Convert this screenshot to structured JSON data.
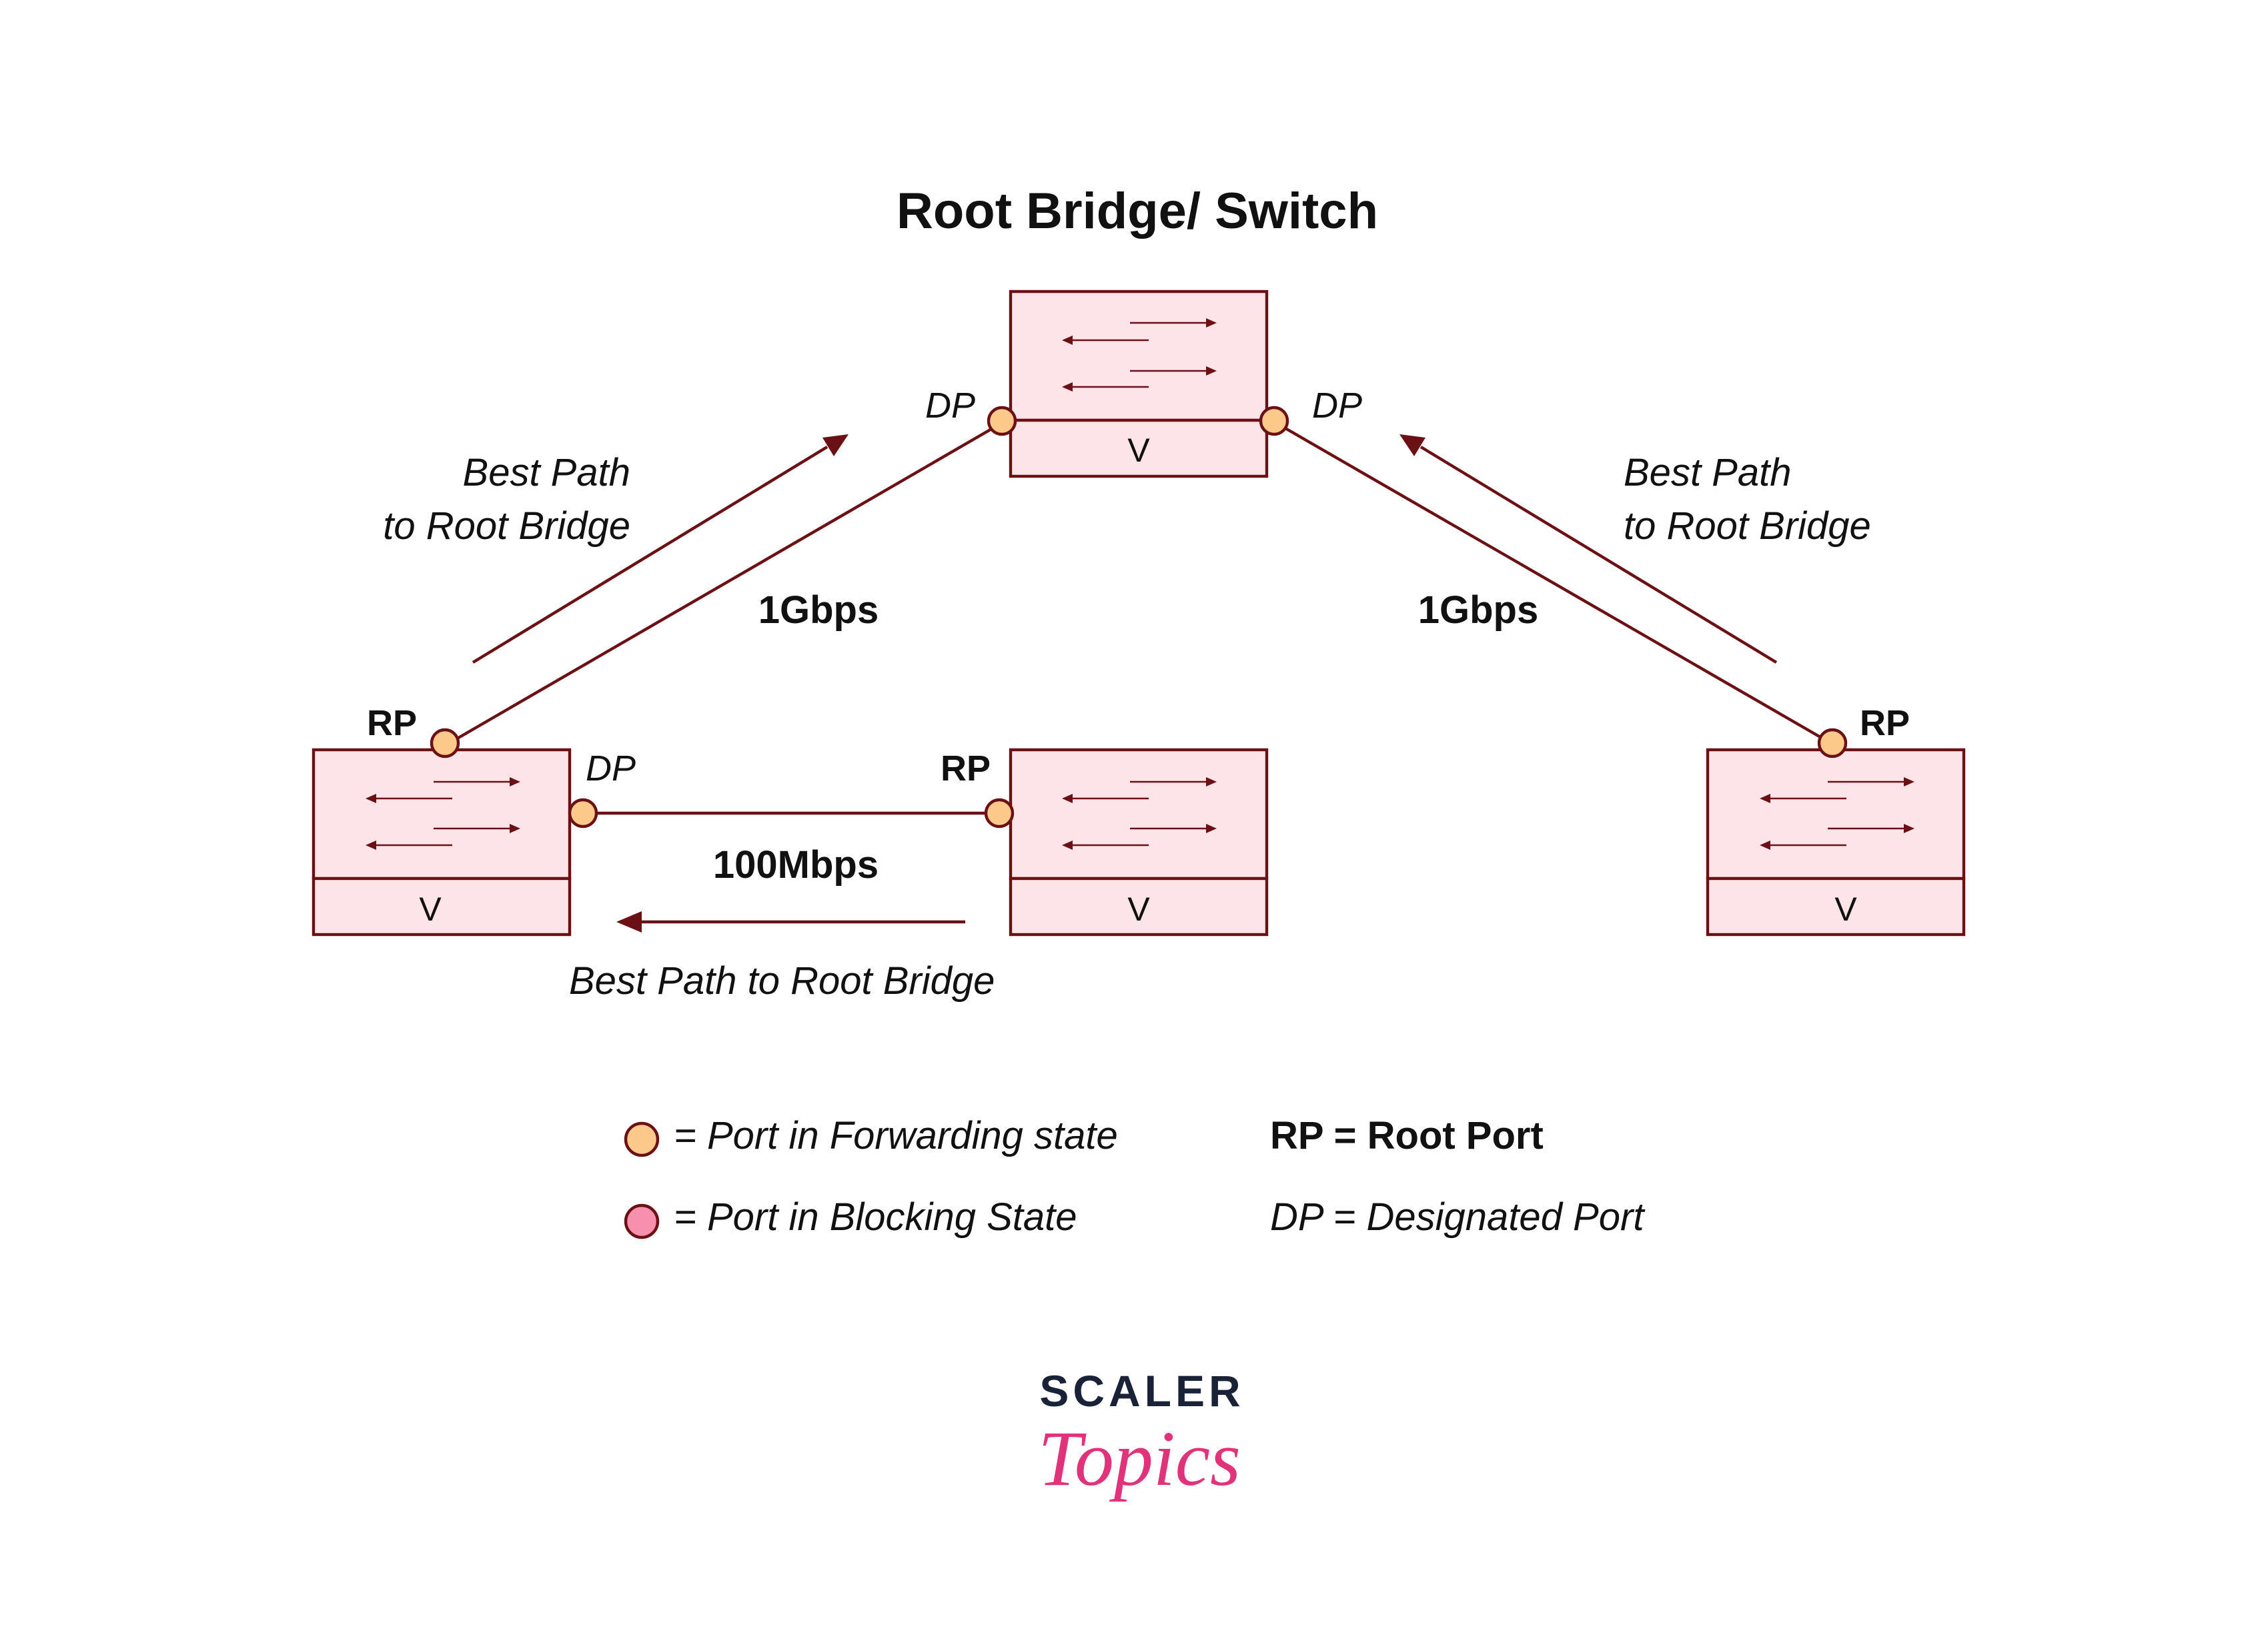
{
  "title": "Root Bridge/ Switch",
  "colors": {
    "switch_fill": "#fde4e8",
    "outline": "#6b1014",
    "forwarding_port": "#fcc98a",
    "blocking_port": "#f78fae",
    "logo_dark": "#1a2238",
    "logo_pink": "#e0337a"
  },
  "switches": [
    {
      "id": "root",
      "vlan_label": "V"
    },
    {
      "id": "left",
      "vlan_label": "V"
    },
    {
      "id": "middle",
      "vlan_label": "V"
    },
    {
      "id": "right",
      "vlan_label": "V"
    }
  ],
  "port_labels": {
    "root_left": "DP",
    "root_right": "DP",
    "left_up": "RP",
    "left_side": "DP",
    "middle_side": "RP",
    "right_up": "RP"
  },
  "links": {
    "left_to_root": "1Gbps",
    "right_to_root": "1Gbps",
    "left_to_middle": "100Mbps"
  },
  "best_path": {
    "left_line1": "Best Path",
    "left_line2": "to Root Bridge",
    "right_line1": "Best Path",
    "right_line2": "to Root Bridge",
    "bottom": "Best Path to Root Bridge"
  },
  "legend": {
    "forwarding": "= Port in Forwarding state",
    "blocking": "= Port in Blocking State",
    "rp": "RP = Root Port",
    "dp": "DP = Designated Port"
  },
  "logo": {
    "top": "SCALER",
    "bottom": "Topics"
  }
}
